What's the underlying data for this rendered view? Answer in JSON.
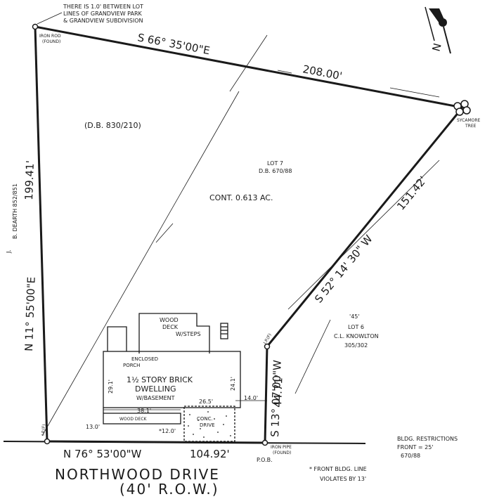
{
  "note_top_line1": "THERE IS 1.0' BETWEEN LOT",
  "note_top_line2": "LINES OF GRANDVIEW PARK",
  "note_top_line3": "& GRANDVIEW SUBDIVISION",
  "iron_rod_line1": "IRON ROD",
  "iron_rod_line2": "(FOUND)",
  "bearing_north_line": "S 66° 35'00\"E",
  "dist_north_line": "208.00'",
  "sycamore_line1": "SYCAMORE",
  "sycamore_line2": "TREE",
  "db_left": "(D.B. 830/210)",
  "lot7_line1": "LOT 7",
  "lot7_line2": "D.B. 670/88",
  "acreage": "CONT. 0.613 AC.",
  "adjoiner_west_line1": "J.",
  "adjoiner_west_line2": "B. DEARTH 852/851",
  "dist_west_line": "199.41'",
  "bearing_west_line": "N 11° 55'00\"E",
  "bearing_east_upper": "S 52° 14' 30\" W",
  "dist_east_upper": "151.42'",
  "lot6_line1": "'45'",
  "lot6_line2": "LOT 6",
  "lot6_line3": "C.L. KNOWLTON",
  "lot6_line4": "305/302",
  "ip_mark_east": "I.P.(F)",
  "ip_mark_west": "I.P.(F)",
  "bearing_east_lower": "S 13° 07'00\"W",
  "dist_east_lower": "44.71'",
  "wood_deck_steps_line1": "WOOD",
  "wood_deck_steps_line2": "DECK",
  "wood_deck_steps_line3": "W/STEPS",
  "porch_line1": "ENCLOSED",
  "porch_line2": "PORCH",
  "dwelling_line1": "1½ STORY BRICK",
  "dwelling_line2": "DWELLING",
  "dwelling_line3": "W/BASEMENT",
  "dim_29_1": "29.1'",
  "dim_24_1": "24.1'",
  "dim_38_1": "38.1'",
  "dim_26_5": "26.5'",
  "dim_14_0": "14.0'",
  "dim_13_0": "13.0'",
  "dim_12_0": "*12.0'",
  "front_deck": "WOOD DECK",
  "drive_line1": "CONC.",
  "drive_line2": "DRIVE",
  "bearing_south_line": "N 76° 53'00\"W",
  "dist_south_line": "104.92'",
  "iron_pipe_line1": "IRON PIPE",
  "iron_pipe_line2": "(FOUND)",
  "pob": "P.O.B.",
  "road_name": "NORTHWOOD DRIVE",
  "road_row": "(40' R.O.W.)",
  "restrictions_line1": "BLDG. RESTRICTIONS",
  "restrictions_line2": "FRONT = 25'",
  "restrictions_line3": "670/88",
  "violation_line1": "* FRONT BLDG. LINE",
  "violation_line2": "VIOLATES BY 13'",
  "north_label": "N",
  "colors": {
    "ink": "#1a1a1a",
    "paper": "#ffffff"
  }
}
